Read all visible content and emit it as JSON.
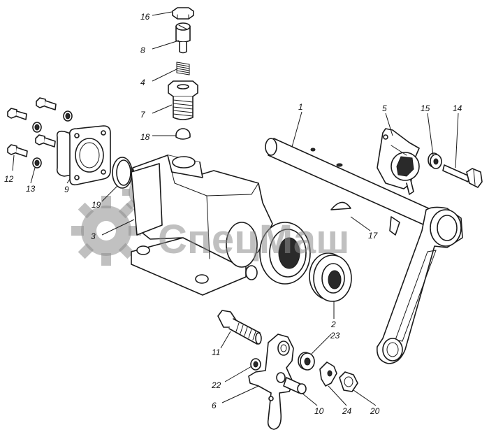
{
  "watermark": {
    "text": "СпецМаш",
    "color": "#8e8e8e"
  },
  "callouts": {
    "c1": "1",
    "c2": "2",
    "c3": "3",
    "c4": "4",
    "c5": "5",
    "c6": "6",
    "c7": "7",
    "c8": "8",
    "c9": "9",
    "c10": "10",
    "c11": "11",
    "c12": "12",
    "c13": "13",
    "c14": "14",
    "c15": "15",
    "c16": "16",
    "c17": "17",
    "c18": "18",
    "c19": "19",
    "c20": "20",
    "c22": "22",
    "c23": "23",
    "c24": "24"
  },
  "line_color": "#1a1a1a"
}
